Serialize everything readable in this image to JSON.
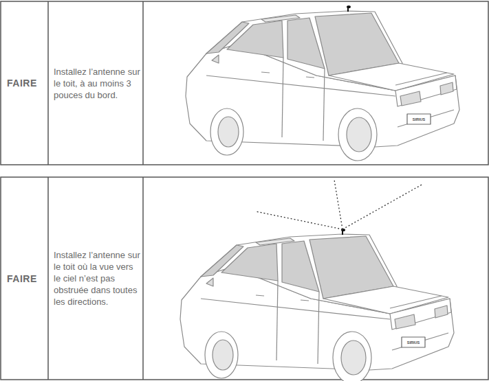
{
  "diagram": {
    "labels": [
      "FAIRE",
      "Installez l’antenne sur le toit, à au moins 3 pouces du bord.",
      "FAIRE",
      "Installez l’antenne sur le toit où la vue vers le ciel n’est pas obstruée dans toutes les directions.",
      "SIRIUS",
      "SIRIUS"
    ]
  }
}
